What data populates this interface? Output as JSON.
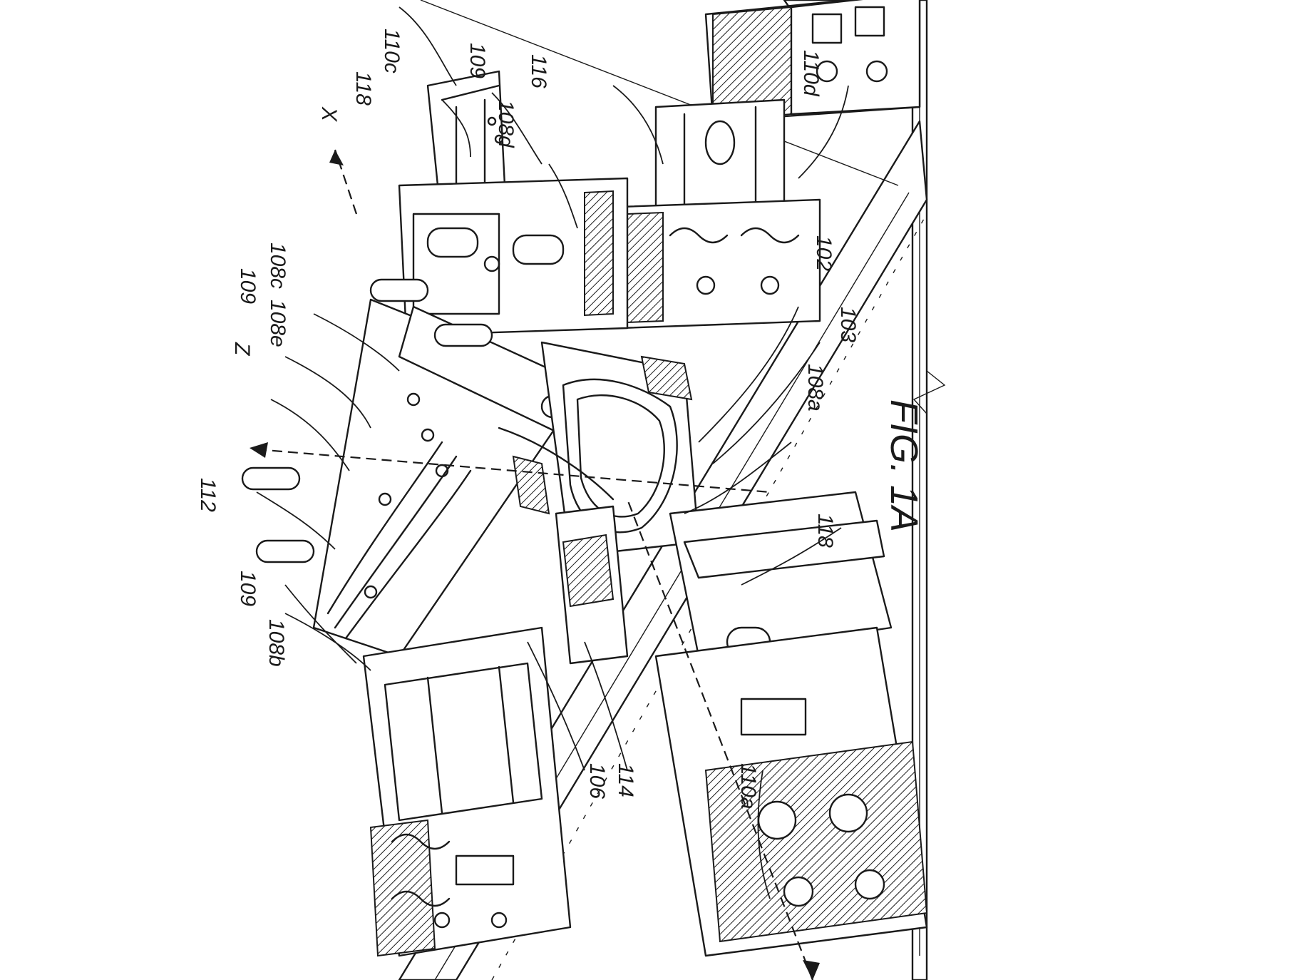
{
  "figure": {
    "caption": "FIG. 1A"
  },
  "axes": {
    "x": "X",
    "z": "Z"
  },
  "labels": {
    "l110c": "110c",
    "l118_top": "118",
    "l109_top": "109",
    "l108d": "108d",
    "l116": "116",
    "l110d": "110d",
    "l108c": "108c",
    "l109_mid": "109",
    "l108e": "108e",
    "l102": "102",
    "l103": "103",
    "l108a": "108a",
    "l112": "112",
    "l118_bottom": "118",
    "l109_left": "109",
    "l108b": "108b",
    "l106": "106",
    "l114": "114",
    "l110a": "110a"
  }
}
